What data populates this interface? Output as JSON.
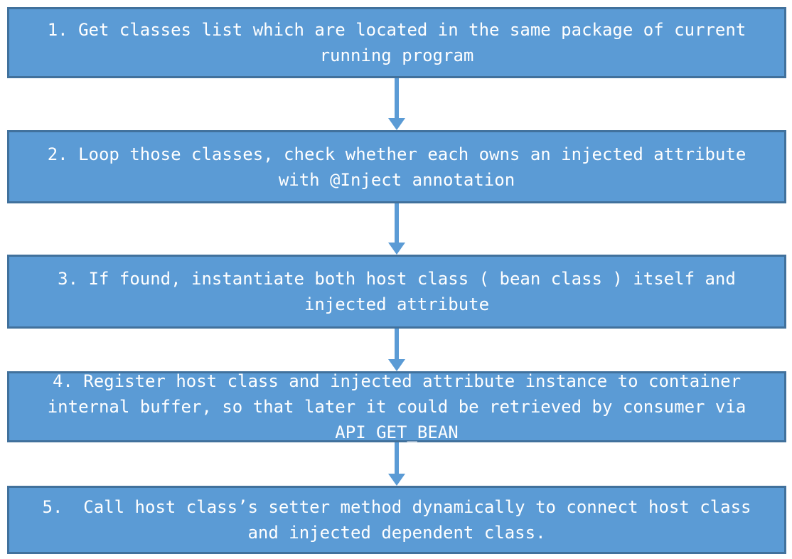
{
  "flowchart": {
    "steps": [
      {
        "text": "1. Get classes list which are located in the same package of current\nrunning program"
      },
      {
        "text": "2. Loop those classes, check whether each owns an injected attribute\nwith @Inject annotation"
      },
      {
        "text": "3. If found, instantiate both host class ( bean class ) itself and\ninjected attribute"
      },
      {
        "text": "4. Register host class and injected attribute instance to container\ninternal buffer, so that later it could be retrieved by consumer via\nAPI GET_BEAN"
      },
      {
        "text": "5.  Call host class’s setter method dynamically to connect host class\nand injected dependent class."
      }
    ]
  },
  "colors": {
    "box-fill": "#5b9bd5",
    "box-border": "#41719c",
    "arrow": "#5b9bd5",
    "text": "#ffffff",
    "background": "#ffffff"
  }
}
